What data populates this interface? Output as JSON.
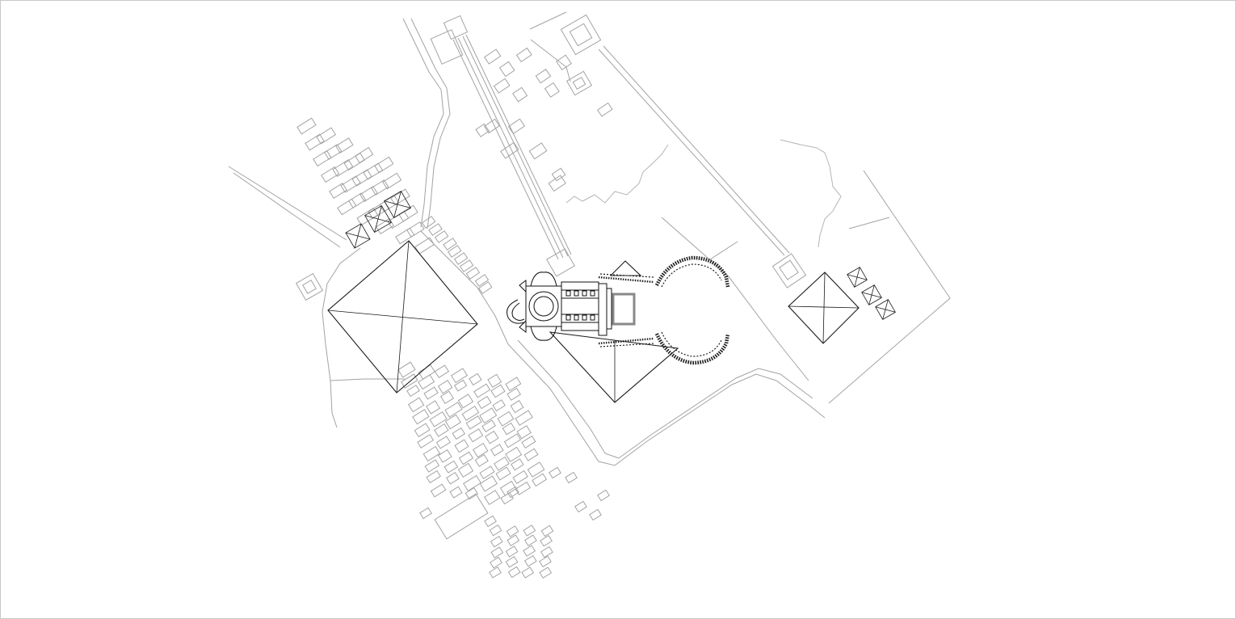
{
  "drawing": {
    "kind": "site-plan",
    "colors": {
      "background": "#ffffff",
      "frame": "#c8c8c8",
      "context_lines": "#a3a3a3",
      "primary_lines": "#1a1a1a",
      "piazza_fill": "#888888"
    },
    "layers": [
      "frame",
      "context-roads",
      "context-blocks",
      "pyramids",
      "causeways",
      "basilica-plan",
      "colonnade"
    ],
    "labels": []
  }
}
